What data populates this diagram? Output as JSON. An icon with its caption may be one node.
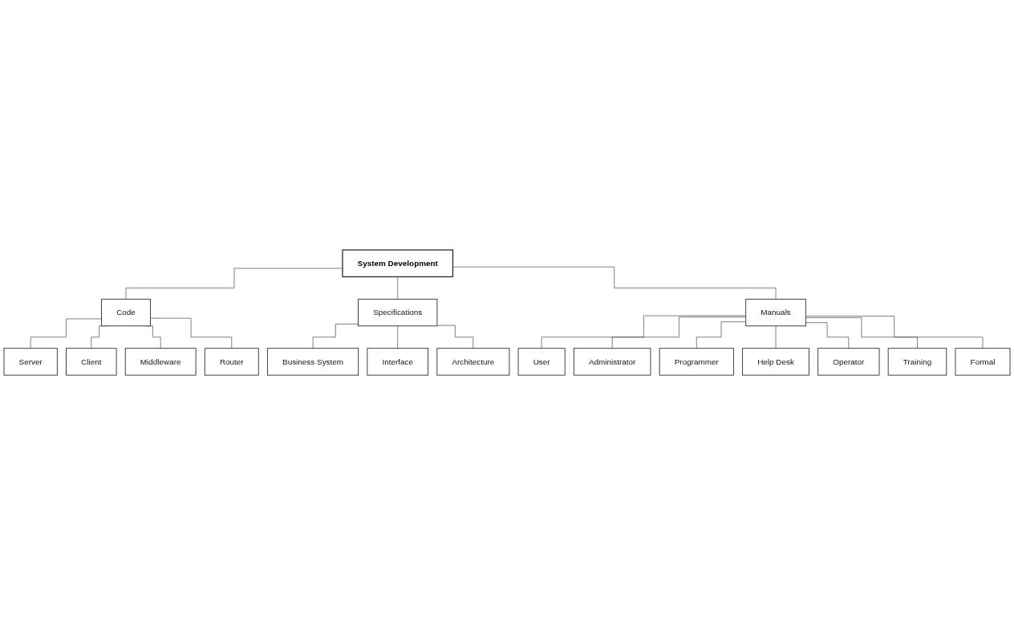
{
  "diagram": {
    "nodes": [
      {
        "text": [
          "System Development"
        ]
      },
      {
        "text": [
          "Code"
        ]
      },
      {
        "text": [
          "Specifications"
        ]
      },
      {
        "text": [
          "Manuals"
        ]
      },
      {
        "text": [
          "Server"
        ]
      },
      {
        "text": [
          "Client"
        ]
      },
      {
        "text": [
          "Middleware"
        ]
      },
      {
        "text": [
          "Router"
        ]
      },
      {
        "text": [
          "Business System"
        ]
      },
      {
        "text": [
          "Interface"
        ]
      },
      {
        "text": [
          "Architecture"
        ]
      },
      {
        "text": [
          "User"
        ]
      },
      {
        "text": [
          "Administrator"
        ]
      },
      {
        "text": [
          "Programmer"
        ]
      },
      {
        "text": [
          "Help Desk"
        ]
      },
      {
        "text": [
          "Operator"
        ]
      },
      {
        "text": [
          "Training"
        ]
      },
      {
        "text": [
          "Formal"
        ]
      }
    ],
    "edges": [
      {
        "from": 0,
        "to": 1,
        "arrow": "none"
      },
      {
        "from": 0,
        "to": 2,
        "arrow": "none"
      },
      {
        "from": 0,
        "to": 3,
        "arrow": "none"
      },
      {
        "from": 1,
        "to": 4,
        "arrow": "none"
      },
      {
        "from": 1,
        "to": 5,
        "arrow": "none"
      },
      {
        "from": 1,
        "to": 6,
        "arrow": "none"
      },
      {
        "from": 1,
        "to": 7,
        "arrow": "none"
      },
      {
        "from": 2,
        "to": 8,
        "arrow": "none"
      },
      {
        "from": 2,
        "to": 9,
        "arrow": "none"
      },
      {
        "from": 2,
        "to": 10,
        "arrow": "none"
      },
      {
        "from": 3,
        "to": 11,
        "arrow": "none"
      },
      {
        "from": 3,
        "to": 12,
        "arrow": "none"
      },
      {
        "from": 3,
        "to": 13,
        "arrow": "none"
      },
      {
        "from": 3,
        "to": 14,
        "arrow": "none"
      },
      {
        "from": 3,
        "to": 15,
        "arrow": "none"
      },
      {
        "from": 3,
        "to": 16,
        "arrow": "none"
      },
      {
        "from": 3,
        "to": 17,
        "arrow": "none"
      }
    ]
  }
}
